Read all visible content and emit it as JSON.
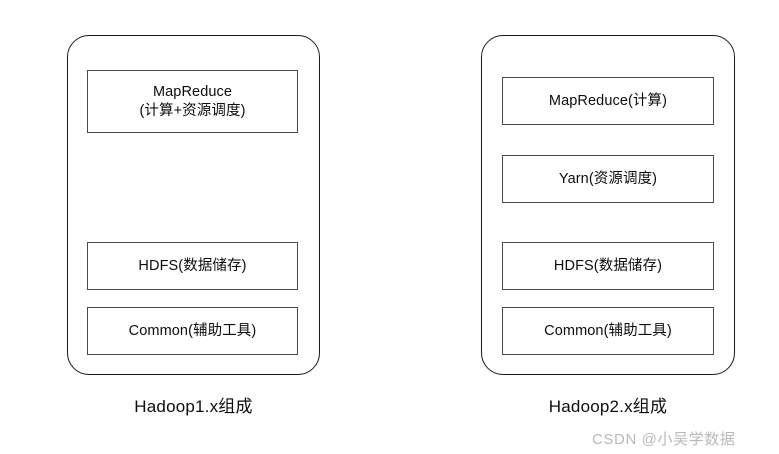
{
  "diagram": {
    "background_color": "#ffffff",
    "frame_border_color": "#1a1a1a",
    "box_border_color": "#4a4a4a",
    "text_color": "#0d0d0d",
    "panels": [
      {
        "id": "hadoop1",
        "caption": "Hadoop1.x组成",
        "layers": [
          {
            "name": "mapreduce",
            "text": "MapReduce\n(计算+资源调度)"
          },
          {
            "name": "hdfs",
            "text": "HDFS(数据储存)"
          },
          {
            "name": "common",
            "text": "Common(辅助工具)"
          }
        ]
      },
      {
        "id": "hadoop2",
        "caption": "Hadoop2.x组成",
        "layers": [
          {
            "name": "mapreduce",
            "text": "MapReduce(计算)"
          },
          {
            "name": "yarn",
            "text": "Yarn(资源调度)"
          },
          {
            "name": "hdfs",
            "text": "HDFS(数据储存)"
          },
          {
            "name": "common",
            "text": "Common(辅助工具)"
          }
        ]
      }
    ]
  },
  "watermark": {
    "text": "CSDN @小吴学数据",
    "color": "#b9b9b9"
  }
}
